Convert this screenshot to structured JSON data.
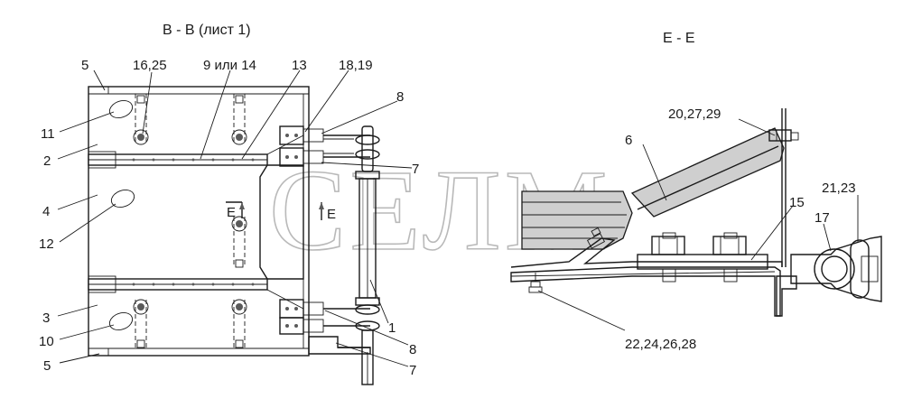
{
  "view_titles": {
    "section_b": "В - В (лист 1)",
    "section_e": "Е - Е"
  },
  "section_markers": {
    "left": "Е",
    "right": "Е"
  },
  "watermark": "СЕЛМ",
  "left_view_callouts": [
    "5",
    "16,25",
    "9 или 14",
    "13",
    "18,19",
    "8",
    "11",
    "2",
    "7",
    "4",
    "12",
    "1",
    "3",
    "10",
    "8",
    "5",
    "7"
  ],
  "right_view_callouts": [
    "20,27,29",
    "6",
    "21,23",
    "15",
    "17",
    "22,24,26,28"
  ]
}
